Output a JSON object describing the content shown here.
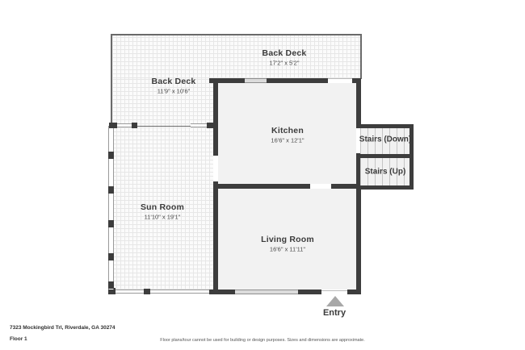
{
  "rooms": {
    "back_deck_top": {
      "name": "Back Deck",
      "dims": "17'2\" x 5'2\""
    },
    "back_deck_left": {
      "name": "Back Deck",
      "dims": "11'9\" x 10'6\""
    },
    "kitchen": {
      "name": "Kitchen",
      "dims": "16'6\" x 12'1\""
    },
    "stairs_down": {
      "name": "Stairs (Down)"
    },
    "stairs_up": {
      "name": "Stairs (Up)"
    },
    "sun_room": {
      "name": "Sun Room",
      "dims": "11'10\" x 19'1\""
    },
    "living_room": {
      "name": "Living Room",
      "dims": "16'6\" x 11'11\""
    }
  },
  "entry": {
    "label": "Entry"
  },
  "footer": {
    "address": "7323 Mockingbird Trl, Riverdale, GA 30274",
    "floor": "Floor 1",
    "disclaimer": "Floor plans/tour cannot be used for building or design purposes. Sizes and dimensions are approximate."
  },
  "colors": {
    "wall": "#3d3d3d",
    "room_fill": "#f2f2f2",
    "window": "#dcdcdc",
    "entry_arrow": "#a8a8a8",
    "text": "#3b3b3b"
  }
}
